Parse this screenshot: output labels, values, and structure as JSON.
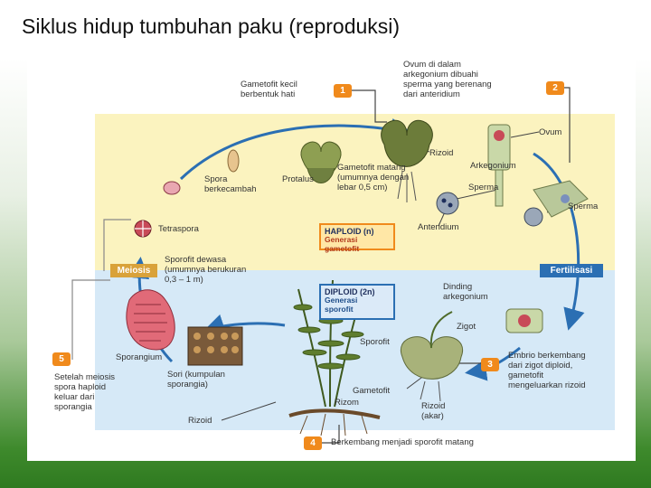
{
  "slide": {
    "title": "Siklus hidup tumbuhan paku (reproduksi)"
  },
  "diagram": {
    "steps": {
      "s1": "1",
      "s2": "2",
      "s3": "3",
      "s4": "4",
      "s5": "5"
    },
    "labels": {
      "gametofit_kecil": "Gametofit kecil\nberbentuk hati",
      "ovum_dibuahi": "Ovum di dalam\narkegonium dibuahi\nsperma yang berenang\ndari anteridium",
      "ovum": "Ovum",
      "rizoid": "Rizoid",
      "gametofit_matang": "Gametofit matang\n(umumnya dengan\nlebar 0,5 cm)",
      "arkegonium": "Arkegonium",
      "sperma_a": "Sperma",
      "sperma_b": "Sperma",
      "spora_berkecambah": "Spora\nberkecambah",
      "protalus": "Protalus",
      "tetraspora": "Tetraspora",
      "anteridium": "Anteridium",
      "sporofit_dewasa": "Sporofit dewasa\n(umumnya berukuran\n0,3 – 1 m)",
      "dinding_arkegonium": "Dinding\narkegonium",
      "zigot": "Zigot",
      "sporofit": "Sporofit",
      "embrio": "Embrio berkembang\ndari zigot diploid,\ngametofit\nmengeluarkan rizoid",
      "sporangium": "Sporangium",
      "setelah_meiosis": "Setelah meiosis\nspora haploid\nkeluar dari\nsporangia",
      "sori": "Sori (kumpulan\nsporangia)",
      "gametofit": "Gametofit",
      "rizom": "Rizom",
      "rizoid_akar": "Rizoid\n(akar)",
      "rizoid_bawah": "Rizoid",
      "berkembang": "Berkembang menjadi sporofit matang"
    },
    "haploid": {
      "title": "HAPLOID (n)",
      "sub": "Generasi\ngametofit"
    },
    "diploid": {
      "title": "DIPLOID (2n)",
      "sub": "Generasi\nsporofit"
    },
    "meiosis": "Meiosis",
    "fertilisasi": "Fertilisasi",
    "colors": {
      "haploid_band": "#fbf3bf",
      "diploid_band": "#d6e9f7",
      "arrow": "#2b6fb3",
      "badge": "#f08a1c"
    }
  }
}
